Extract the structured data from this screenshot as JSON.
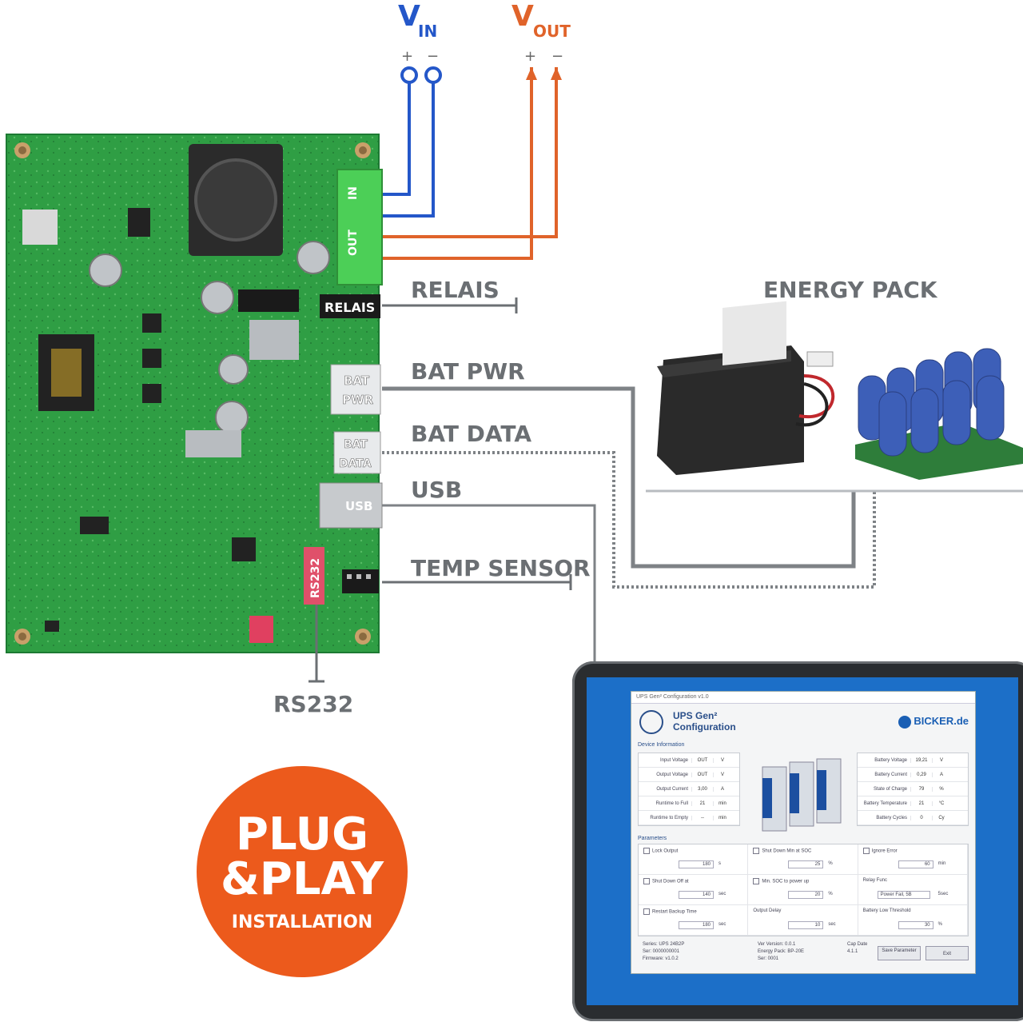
{
  "vin": {
    "main": "V",
    "sub": "IN",
    "plus": "+",
    "minus": "−"
  },
  "vout": {
    "main": "V",
    "sub": "OUT",
    "plus": "+",
    "minus": "−"
  },
  "connectors": {
    "in": "IN",
    "out": "OUT",
    "relais_on_board": "RELAIS",
    "bat_pwr_on_board": [
      "BAT",
      "PWR"
    ],
    "bat_data_on_board": [
      "BAT",
      "DATA"
    ],
    "usb_on_board": "USB",
    "rs232_on_board": "RS232"
  },
  "labels": {
    "relais": "RELAIS",
    "bat_pwr": "BAT PWR",
    "bat_data": "BAT DATA",
    "usb": "USB",
    "temp_sensor": "TEMP SENSOR",
    "rs232": "RS232",
    "energy_pack": "ENERGY PACK"
  },
  "badge": {
    "line1": "PLUG",
    "line2": "&PLAY",
    "line3": "INSTALLATION"
  },
  "colors": {
    "vin_wire": "#2457c9",
    "vout_wire": "#e0632a",
    "badge": "#ec5a1c",
    "label_gray": "#6b6f73",
    "pcb": "#2f9e44"
  },
  "app": {
    "titlebar": "UPS Gen² Configuration v1.0",
    "title_line1": "UPS Gen²",
    "title_line2": "Configuration",
    "brand": "BICKER.de",
    "section_device": "Device Information",
    "section_params": "Parameters",
    "left_rows": [
      {
        "k": "Input Voltage",
        "v": "OUT",
        "u": "V"
      },
      {
        "k": "Output Voltage",
        "v": "OUT",
        "u": "V"
      },
      {
        "k": "Output Current",
        "v": "3,00",
        "u": "A"
      },
      {
        "k": "Runtime to Full",
        "v": "21",
        "u": "min"
      },
      {
        "k": "Runtime to Empty",
        "v": "--",
        "u": "min"
      }
    ],
    "right_rows": [
      {
        "k": "Battery Voltage",
        "v": "19,21",
        "u": "V"
      },
      {
        "k": "Battery Current",
        "v": "0,29",
        "u": "A"
      },
      {
        "k": "State of Charge",
        "v": "79",
        "u": "%"
      },
      {
        "k": "Battery Temperature",
        "v": "21",
        "u": "°C"
      },
      {
        "k": "Battery Cycles",
        "v": "0",
        "u": "Cy"
      }
    ],
    "params": [
      {
        "label": "Lock Output",
        "value": "180",
        "unit": "s"
      },
      {
        "label": "Shut Down Min at SOC",
        "value": "25",
        "unit": "%"
      },
      {
        "label": "Ignore Error",
        "value": "60",
        "unit": "min"
      },
      {
        "label": "Shut Down Off at",
        "value": "140",
        "unit": "sec"
      },
      {
        "label": "Min. SOC to power up",
        "value": "20",
        "unit": "%"
      },
      {
        "label": "Relay Func",
        "value": "Power Fail, 5B",
        "unit": "5sec"
      },
      {
        "label": "Restart Backup Time",
        "value": "180",
        "unit": "sec"
      },
      {
        "label": "Output Delay",
        "value": "10",
        "unit": "sec"
      },
      {
        "label": "Battery Low Threshold",
        "value": "30",
        "unit": "%"
      }
    ],
    "footer_left": [
      "Series:  UPS 24B2P",
      "Ser:  0000000001",
      "Firmware:  v1.0.2"
    ],
    "footer_mid": [
      "Ver Version:  0.0.1",
      "Energy Pack:  BP-20E",
      "Ser:  0001"
    ],
    "footer_right": [
      "Cap Date",
      "4.1.1"
    ],
    "btn1": "Save Parameter",
    "btn2": "Exit"
  }
}
